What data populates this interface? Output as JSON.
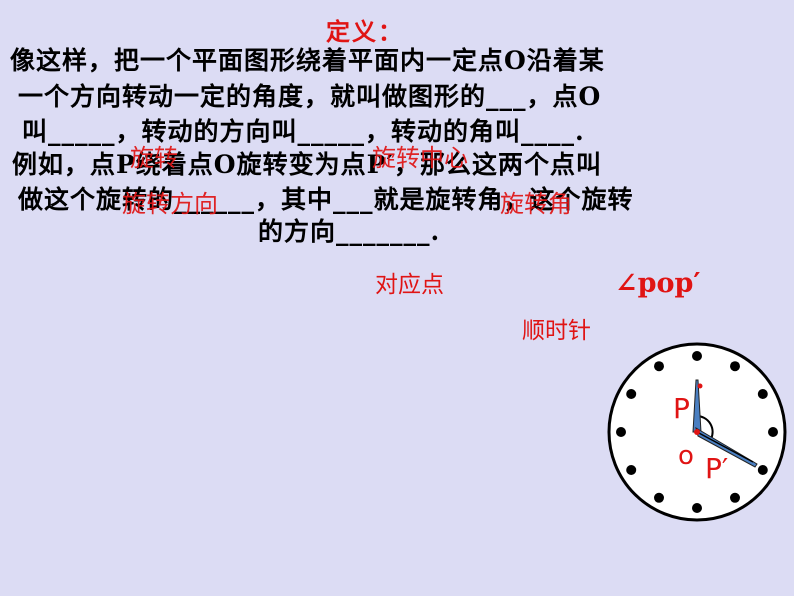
{
  "title": "定义：",
  "paragraph": {
    "line1": "像这样，把一个平面图形绕着平面内一定点O沿着某",
    "line2": "一个方向转动一定的角度，就叫做图形的___，点O",
    "line3": "叫_____，转动的方向叫_____，转动的角叫____.",
    "line4": "例如，点P绕着点O旋转变为点P′，那么这两个点叫",
    "line5": "做这个旋转的______，其中___就是旋转角，这个旋转",
    "line6": "的方向_______."
  },
  "answers": {
    "rotation": "旋转",
    "rotation_center": "旋转中心",
    "rotation_direction": "旋转方向",
    "rotation_angle": "旋转角",
    "corresponding_points": "对应点",
    "angle_pop": "∠pop′",
    "clockwise": "顺时针"
  },
  "clock": {
    "label_p": "P",
    "label_o": "o",
    "label_p_prime": "P′",
    "face_color": "#ffffff",
    "rim_color": "#000000",
    "hand_color": "#4a7fc1",
    "label_color": "#e01414",
    "dot_count": 12
  }
}
